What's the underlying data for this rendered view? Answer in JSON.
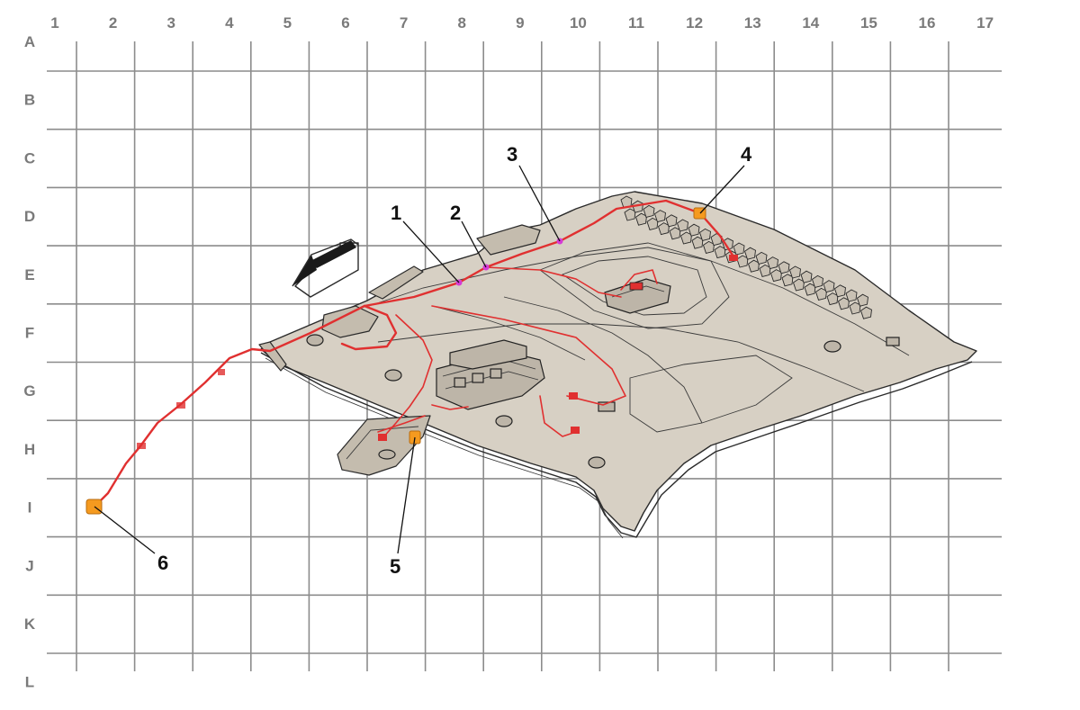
{
  "grid": {
    "columns": [
      "1",
      "2",
      "3",
      "4",
      "5",
      "6",
      "7",
      "8",
      "9",
      "10",
      "11",
      "12",
      "13",
      "14",
      "15",
      "16",
      "17"
    ],
    "rows": [
      "A",
      "B",
      "C",
      "D",
      "E",
      "F",
      "G",
      "H",
      "I",
      "J",
      "K",
      "L"
    ]
  },
  "callouts": [
    {
      "id": "1",
      "label": "1"
    },
    {
      "id": "2",
      "label": "2"
    },
    {
      "id": "3",
      "label": "3"
    },
    {
      "id": "4",
      "label": "4"
    },
    {
      "id": "5",
      "label": "5"
    },
    {
      "id": "6",
      "label": "6"
    }
  ],
  "colors": {
    "wire": "#e03030",
    "connector": "#f59a1f",
    "splice": "#d63bd6",
    "headliner": "#d7d0c4",
    "grid": "#8c8c8c"
  },
  "icons": {
    "direction_arrow": "forward-arrow-icon"
  }
}
